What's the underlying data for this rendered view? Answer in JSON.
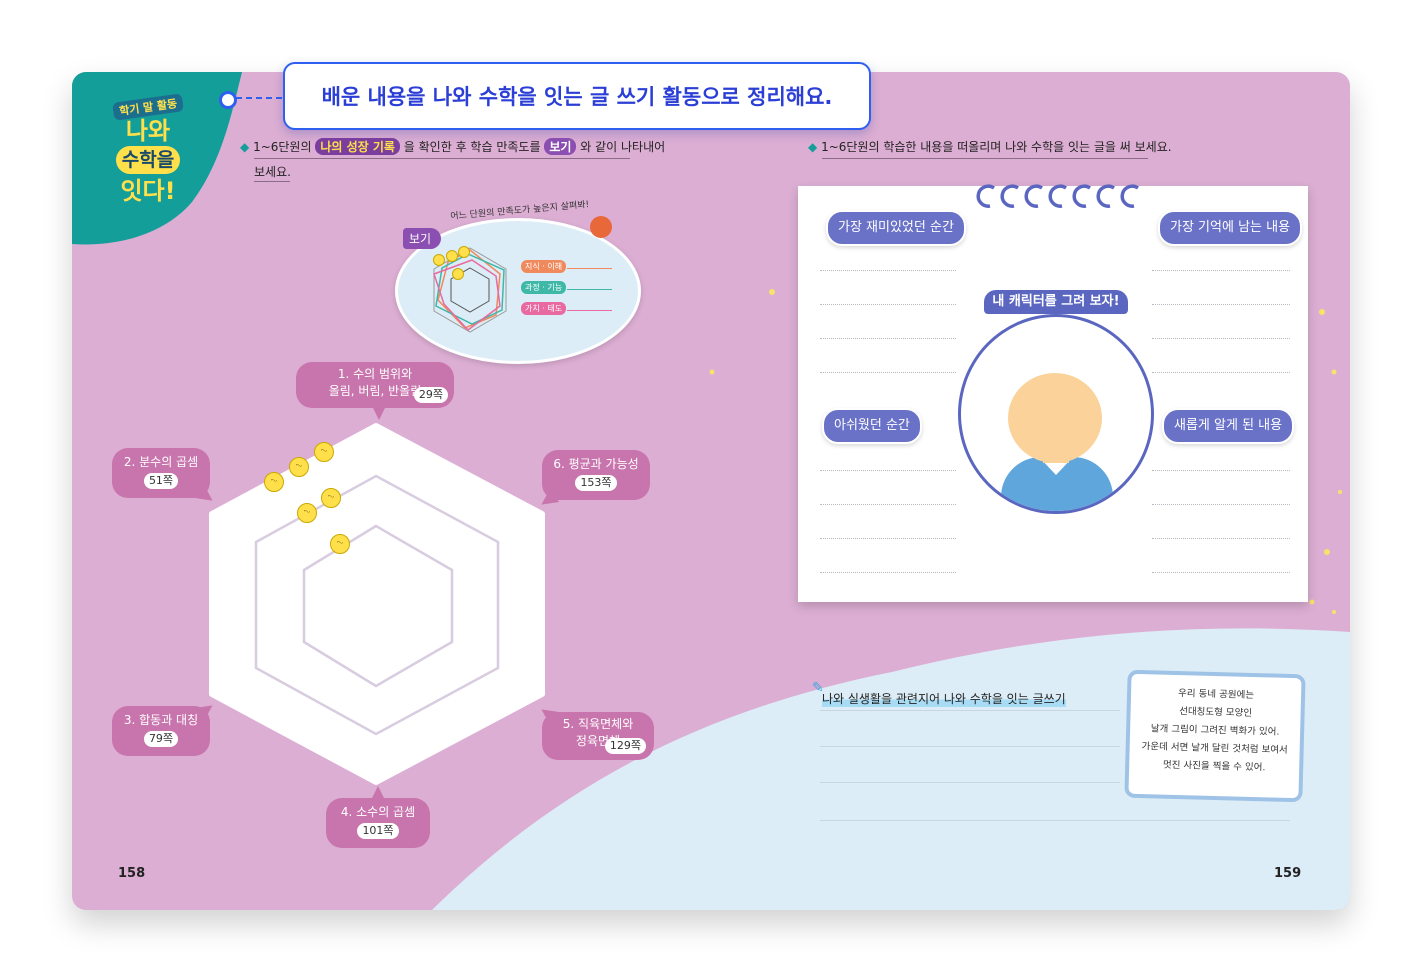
{
  "callout": {
    "text": "배운 내용을 나와 수학을 잇는 글 쓰기 활동으로 정리해요."
  },
  "corner_badge": {
    "top": "학기 말 활동",
    "line1": "나와",
    "line2": "수학을",
    "line3": "잇다!"
  },
  "left_page": {
    "instruction_part1": "1~6단원의",
    "tag_growth": "나의 성장 기록",
    "instruction_part2": "을 확인한 후 학습 만족도를",
    "tag_example": "보기",
    "instruction_part3": "와 같이 나타내어",
    "instruction_line2": "보세요.",
    "example": {
      "label": "보기",
      "caption": "어느 단원의 만족도가 높은지 살펴봐!",
      "legend": [
        "지식 · 이해",
        "과정 · 기능",
        "가치 · 태도"
      ],
      "legend_colors": [
        "#f08a5d",
        "#3fb8a8",
        "#e86aa0"
      ]
    },
    "units": [
      {
        "title": "1. 수의 범위와\n올림, 버림, 반올림",
        "page": "29쪽"
      },
      {
        "title": "2. 분수의 곱셈",
        "page": "51쪽"
      },
      {
        "title": "3. 합동과 대칭",
        "page": "79쪽"
      },
      {
        "title": "4. 소수의 곱셈",
        "page": "101쪽"
      },
      {
        "title": "5. 직육면체와\n정육면체",
        "page": "129쪽"
      },
      {
        "title": "6. 평균과 가능성",
        "page": "153쪽"
      }
    ],
    "page_number": "158"
  },
  "right_page": {
    "instruction": "1~6단원의 학습한 내용을 떠올리며 나와 수학을 잇는 글을 써 보세요.",
    "labels": {
      "fun": "가장 재미있었던 순간",
      "memory": "가장 기억에 남는 내용",
      "regret": "아쉬웠던 순간",
      "learned": "새롭게 알게 된 내용"
    },
    "character_banner": "내 캐릭터를 그려 보자!",
    "writing_title": "나와 실생활을 관련지어 나와 수학을 잇는 글쓰기",
    "sample_note": [
      "우리 동네 공원에는",
      "선대칭도형 모양인",
      "날개 그림이 그려진 벽화가 있어.",
      "가운데 서면 날개 달린 것처럼 보여서",
      "멋진 사진을 찍을 수 있어."
    ],
    "page_number": "159"
  },
  "colors": {
    "page_bg": "#dcaed3",
    "teal": "#149e9a",
    "bubble": "#c975ad",
    "pill": "#6a72c8",
    "accent_blue": "#2f5ff0",
    "light_blue": "#dcedf7"
  }
}
